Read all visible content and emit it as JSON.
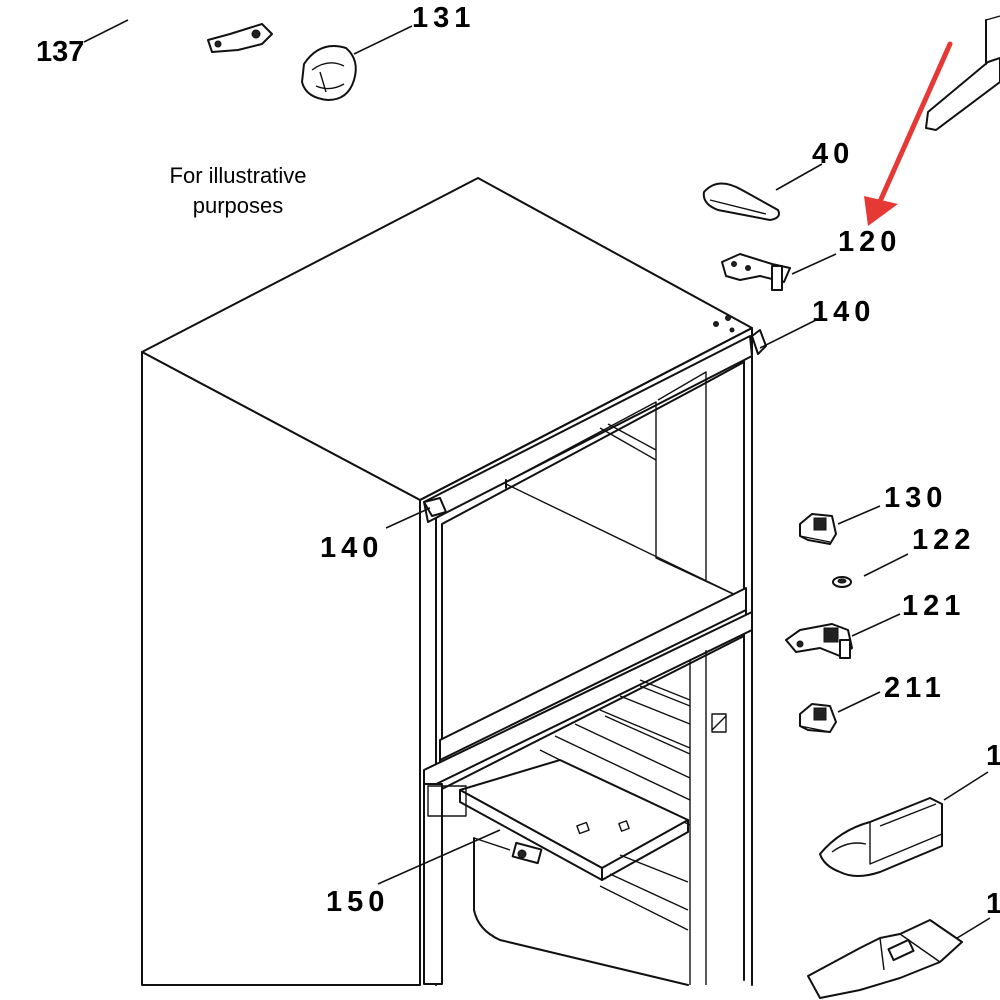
{
  "diagram": {
    "note_line1": "For illustrative",
    "note_line2": "purposes",
    "part_labels": {
      "p137": "137",
      "p131": "131",
      "p40": "40",
      "p120": "120",
      "p140_top": "140",
      "p140_left": "140",
      "p130": "130",
      "p122": "122",
      "p121": "121",
      "p211": "211",
      "p150": "150",
      "p1a": "1",
      "p1b": "1"
    },
    "colors": {
      "arrow": "#e53935",
      "ink": "#111111",
      "background": "#ffffff"
    },
    "highlighted_part": "120"
  }
}
